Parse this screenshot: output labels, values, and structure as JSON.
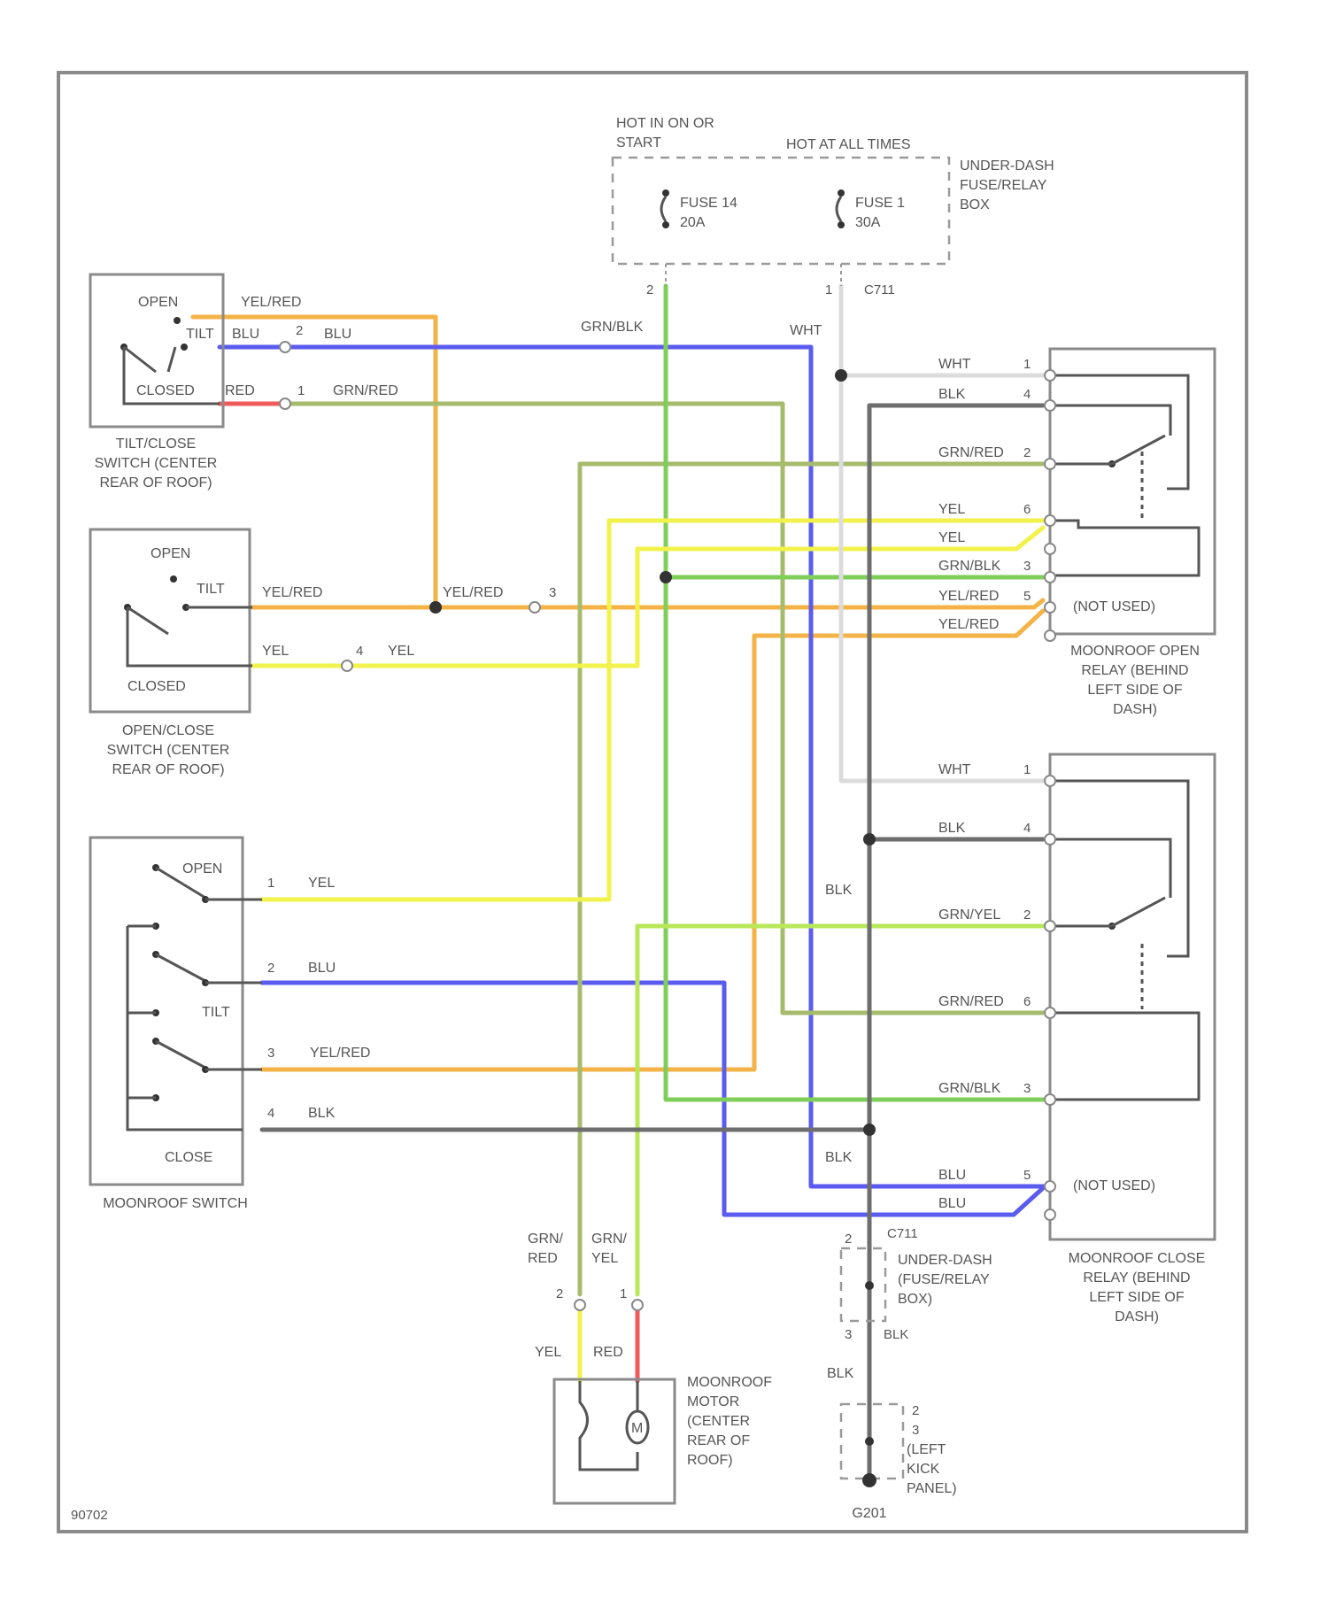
{
  "colors": {
    "YEL/RED": "#f3b347",
    "BLU": "#5b5bf0",
    "RED": "#ef5b5b",
    "GRN/RED": "#a6bc6c",
    "YEL": "#f2f24c",
    "GRN/BLK": "#7fce5a",
    "WHT": "#dcdcdc",
    "BLK": "#6e6e6e",
    "GRN/YEL": "#b8e85a"
  },
  "fuse_box": {
    "label_hot_run": "HOT IN ON OR START",
    "label_hot_all": "HOT AT ALL TIMES",
    "title": "UNDER-DASH FUSE/RELAY BOX",
    "fuse14_name": "FUSE 14",
    "fuse14_amp": "20A",
    "fuse1_name": "FUSE 1",
    "fuse1_amp": "30A",
    "pin_left": "2",
    "pin_right": "1",
    "conn_id": "C711"
  },
  "tilt_switch": {
    "open": "OPEN",
    "tilt": "TILT",
    "closed": "CLOSED",
    "caption": "TILT/CLOSE SWITCH (CENTER REAR OF ROOF)"
  },
  "open_switch": {
    "open": "OPEN",
    "tilt": "TILT",
    "closed": "CLOSED",
    "caption": "OPEN/CLOSE SWITCH (CENTER REAR OF ROOF)"
  },
  "moonroof_switch": {
    "open": "OPEN",
    "tilt": "TILT",
    "close": "CLOSE",
    "caption": "MOONROOF SWITCH"
  },
  "open_relay": {
    "not_used": "(NOT USED)",
    "caption": "MOONROOF OPEN RELAY (BEHIND LEFT SIDE OF DASH)"
  },
  "close_relay": {
    "not_used": "(NOT USED)",
    "caption": "MOONROOF CLOSE RELAY (BEHIND LEFT SIDE OF DASH)"
  },
  "motor": {
    "caption": "MOONROOF MOTOR (CENTER REAR OF ROOF)",
    "m": "M"
  },
  "ground_box": {
    "conn_id": "C711",
    "caption": "UNDER-DASH (FUSE/RELAY BOX)",
    "pin_top": "2",
    "pin_bottom": "3",
    "wire_bottom": "BLK",
    "splice_pin": "2",
    "kick_pin_a": "2",
    "kick_pin_b": "3",
    "kick_caption": "(LEFT KICK PANEL)",
    "ground": "G201"
  },
  "wire_labels": {
    "yelred_top": "YEL/RED",
    "tilt_blu": "BLU",
    "tilt_blu_pin": "2",
    "tilt_blu2": "BLU",
    "tilt_red": "RED",
    "tilt_red_pin": "1",
    "tilt_grnred": "GRN/RED",
    "grnblk_v": "GRN/BLK",
    "wht_v": "WHT",
    "os_yelred": "YEL/RED",
    "os_yelred2": "YEL/RED",
    "os_yelred_pin": "3",
    "os_yel": "YEL",
    "os_yel_pin": "4",
    "os_yel2": "YEL",
    "ms_yel_pin": "1",
    "ms_yel": "YEL",
    "ms_blu_pin": "2",
    "ms_blu": "BLU",
    "ms_yelred_pin": "3",
    "ms_yelred": "YEL/RED",
    "ms_blk_pin": "4",
    "ms_blk": "BLK",
    "blk_mid": "BLK",
    "blk_low": "BLK",
    "motor_grnred": "GRN/ RED",
    "motor_grnyel": "GRN/ YEL",
    "motor_pin2": "2",
    "motor_pin1": "1",
    "motor_yel": "YEL",
    "motor_red": "RED",
    "blk_ground": "BLK"
  },
  "open_relay_pins": [
    {
      "wire": "WHT",
      "pin": "1"
    },
    {
      "wire": "BLK",
      "pin": "4"
    },
    {
      "wire": "GRN/RED",
      "pin": "2"
    },
    {
      "wire": "YEL",
      "pin": "6"
    },
    {
      "wire": "YEL",
      "pin": ""
    },
    {
      "wire": "GRN/BLK",
      "pin": "3"
    },
    {
      "wire": "YEL/RED",
      "pin": "5"
    },
    {
      "wire": "YEL/RED",
      "pin": ""
    }
  ],
  "close_relay_pins": [
    {
      "wire": "WHT",
      "pin": "1"
    },
    {
      "wire": "BLK",
      "pin": "4"
    },
    {
      "wire": "GRN/YEL",
      "pin": "2"
    },
    {
      "wire": "GRN/RED",
      "pin": "6"
    },
    {
      "wire": "GRN/BLK",
      "pin": "3"
    },
    {
      "wire": "BLU",
      "pin": "5"
    },
    {
      "wire": "BLU",
      "pin": ""
    }
  ],
  "figure_id": "90702"
}
